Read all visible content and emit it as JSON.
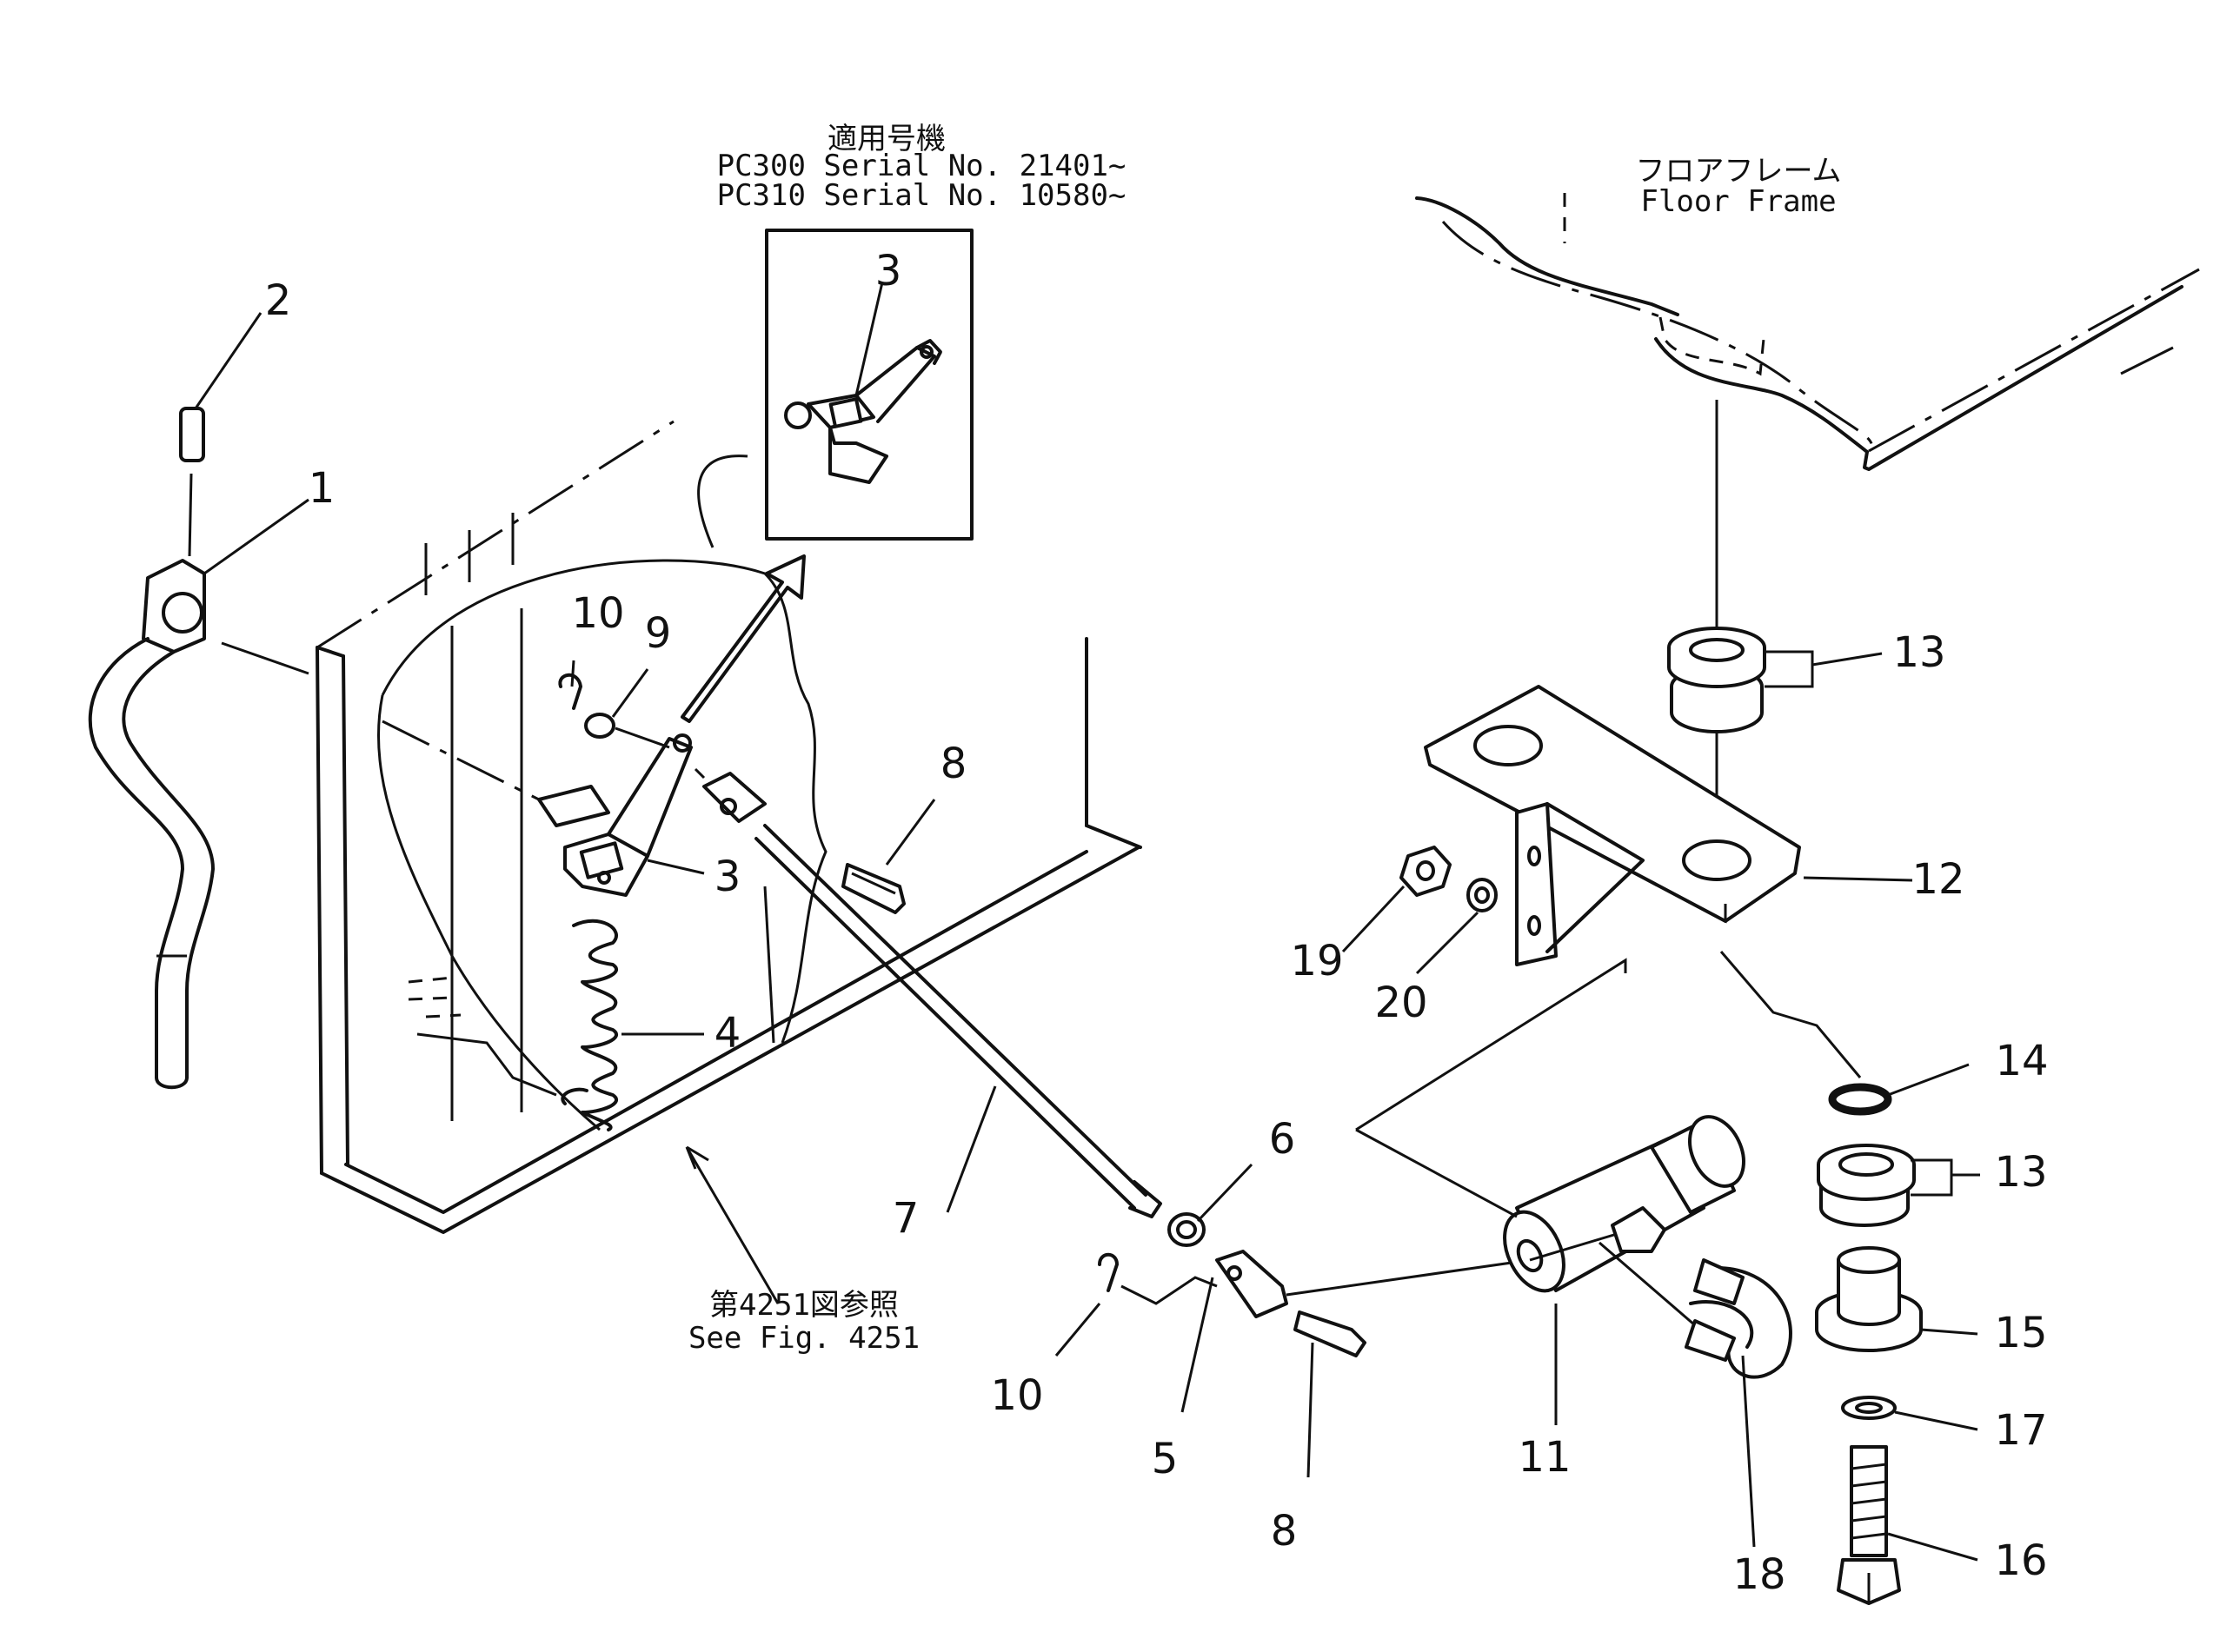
{
  "notes": {
    "serial_title": "適用号機",
    "serial_line1": "PC300  Serial  No.  21401~",
    "serial_line2": "PC310  Serial  No.  10580~",
    "floor_frame_jp": "フロアフレーム",
    "floor_frame_en": "Floor  Frame",
    "see_fig_jp": "第4251図参照",
    "see_fig_en": "See  Fig.  4251"
  },
  "callouts": {
    "c1": "1",
    "c2": "2",
    "c3_inset": "3",
    "c3": "3",
    "c4": "4",
    "c5": "5",
    "c6": "6",
    "c7": "7",
    "c8_top": "8",
    "c8_bottom": "8",
    "c9": "9",
    "c10_top": "10",
    "c10_bottom": "10",
    "c11": "11",
    "c12": "12",
    "c13_top": "13",
    "c13_bottom": "13",
    "c14": "14",
    "c15": "15",
    "c16": "16",
    "c17": "17",
    "c18": "18",
    "c19": "19",
    "c20": "20"
  }
}
